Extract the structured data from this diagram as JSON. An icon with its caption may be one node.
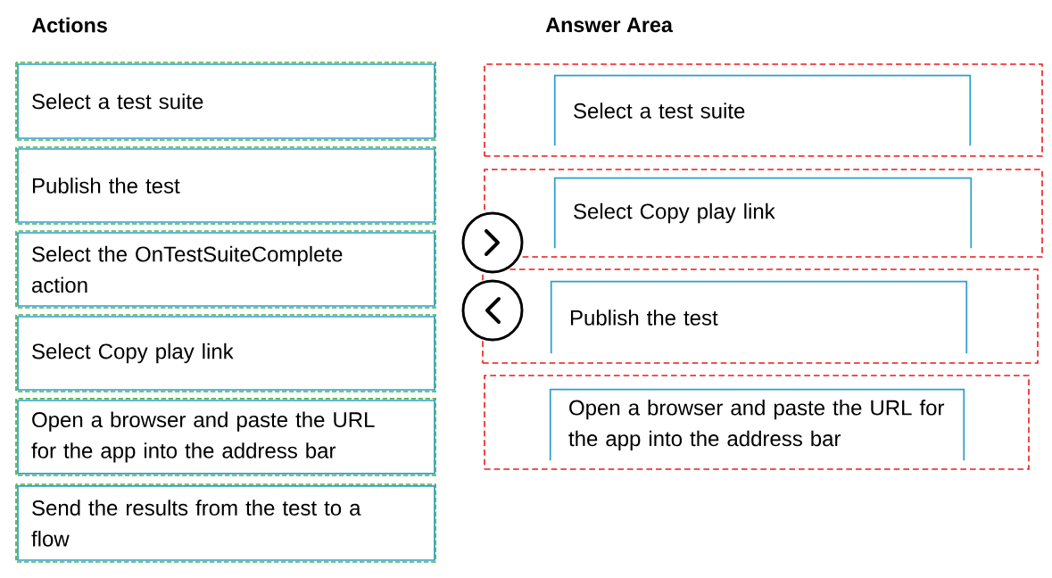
{
  "diagram": {
    "nodes": [
      {
        "text": [
          "Select a test suite"
        ]
      },
      {
        "text": [
          "Publish the test"
        ]
      },
      {
        "text": [
          "Select the OnTestSuiteComplete action"
        ]
      },
      {
        "text": [
          "Select Copy play link"
        ]
      },
      {
        "text": [
          "Open a browser and paste the URL for the app into the address bar"
        ]
      },
      {
        "text": [
          "Send the results from the test to a flow"
        ]
      },
      {
        "text": [],
        "shape": "box"
      },
      {
        "text": [
          "Select a test suite"
        ],
        "in": 6
      },
      {
        "text": [],
        "shape": "box"
      },
      {
        "text": [
          "Select Copy play link"
        ],
        "in": 8
      },
      {
        "text": [],
        "shape": "box"
      },
      {
        "text": [
          "Publish the test"
        ],
        "in": 10
      },
      {
        "text": [],
        "shape": "box"
      },
      {
        "text": [
          "Open a browser and paste the URL for the app into the address bar"
        ],
        "in": 12
      }
    ],
    "edges": [],
    "labels": [
      "Actions",
      "Answer Area"
    ]
  }
}
